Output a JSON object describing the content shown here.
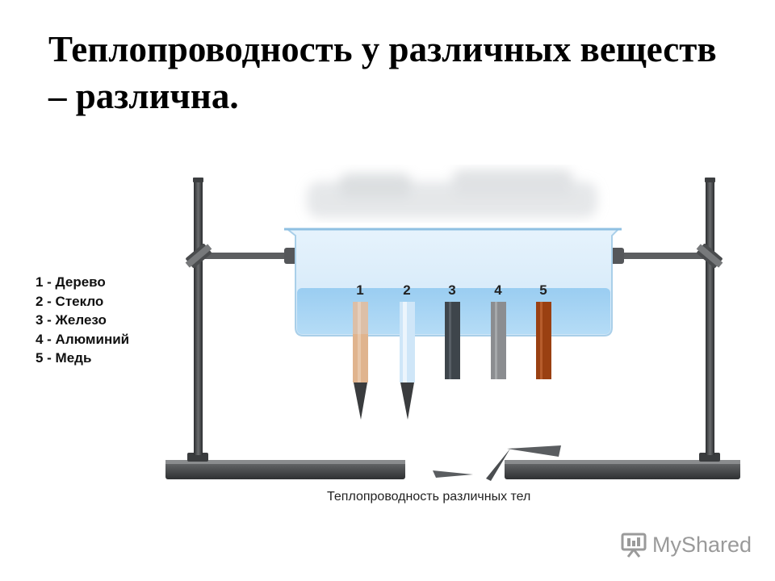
{
  "title": "Теплопроводность у различных веществ – различна.",
  "legend": [
    "1 - Дерево",
    "2 - Стекло",
    "3 - Железо",
    "4 - Алюминий",
    "5 - Медь"
  ],
  "rod_numbers": [
    "1",
    "2",
    "3",
    "4",
    "5"
  ],
  "caption": "Теплопроводность различных тел",
  "watermark": "MyShared",
  "colors": {
    "water": "#8ec6ee",
    "wood": "#e0b48e",
    "glass": "#cfe6f8",
    "iron": "#3e454b",
    "aluminium": "#8b8d90",
    "copper": "#9a4012",
    "stand": "#4a4c4e"
  }
}
